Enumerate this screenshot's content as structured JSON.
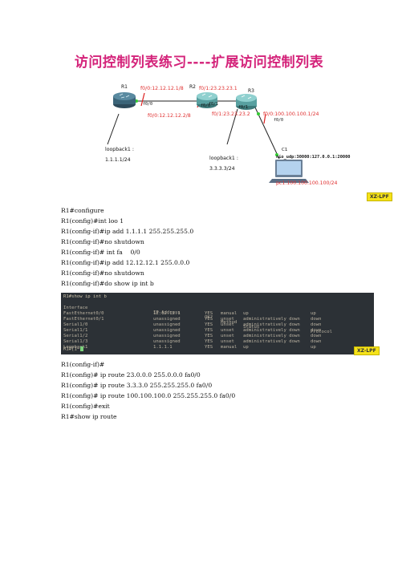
{
  "title": "访问控制列表练习----扩展访问控制列表",
  "diagram": {
    "routers": [
      {
        "name": "R1"
      },
      {
        "name": "R2"
      },
      {
        "name": "R3"
      }
    ],
    "links": {
      "r1_r2_top": "f0/0:12.12.12.1/8",
      "r1_r2_bottom": "f0/0:12.12.12.2/8",
      "r2_r3_top": "f0/1:23.23.23.1",
      "r2_r3_bottom": "f0/1:23.23.23.2",
      "r3_pc": "f0/0:100.100.100.1/24"
    },
    "ports": {
      "r1_f00": "f0/0",
      "r2_f00": "f0/0",
      "r2_f01": "f0/1",
      "r3_f01": "f0/1",
      "r3_f00": "f0/0"
    },
    "loopbacks": {
      "r1_label": "loopback1 :",
      "r1_addr": "1.1.1.1/24",
      "r3_label": "loopback1 :",
      "r3_addr": "3.3.3.3/24"
    },
    "pc": {
      "name": "C1",
      "udp": "nio_udp:30000:127.0.0.1:20000",
      "addr": "pc1:100.100.100.100/24"
    }
  },
  "watermark": "XZ-LPF",
  "commands_top": [
    "R1#configure",
    "R1(config)#int loo 1",
    "R1(config-if)#ip add 1.1.1.1 255.255.255.0",
    "R1(config-if)#no shutdown",
    "R1(config-if)# int fa    0/0",
    "R1(config-if)#ip add 12.12.12.1 255.0.0.0",
    "R1(config-if)#no shutdown",
    "R1(config-if)#do show ip int b"
  ],
  "terminal": {
    "cmd": "R1#show ip int b",
    "headers": [
      "Interface",
      "IP-Address",
      "OK?",
      "Method",
      "Status",
      "Protocol"
    ],
    "rows": [
      [
        "FastEthernet0/0",
        "12.12.12.1",
        "YES",
        "manual",
        "up",
        "up"
      ],
      [
        "FastEthernet0/1",
        "unassigned",
        "YES",
        "unset",
        "administratively down",
        "down"
      ],
      [
        "Serial1/0",
        "unassigned",
        "YES",
        "unset",
        "administratively down",
        "down"
      ],
      [
        "Serial1/1",
        "unassigned",
        "YES",
        "unset",
        "administratively down",
        "down"
      ],
      [
        "Serial1/2",
        "unassigned",
        "YES",
        "unset",
        "administratively down",
        "down"
      ],
      [
        "Serial1/3",
        "unassigned",
        "YES",
        "unset",
        "administratively down",
        "down"
      ],
      [
        "Loopback1",
        "1.1.1.1",
        "YES",
        "manual",
        "up",
        "up"
      ]
    ],
    "prompt": "R1#[1~"
  },
  "commands_bottom": [
    "R1(config-if)#",
    "R1(config)# ip route 23.0.0.0 255.0.0.0 fa0/0",
    "R1(config)# ip route 3.3.3.0 255.255.255.0 fa0/0",
    "R1(config)# ip route 100.100.100.0 255.255.255.0 fa0/0",
    "R1(config)#exit",
    "R1#show ip route"
  ]
}
